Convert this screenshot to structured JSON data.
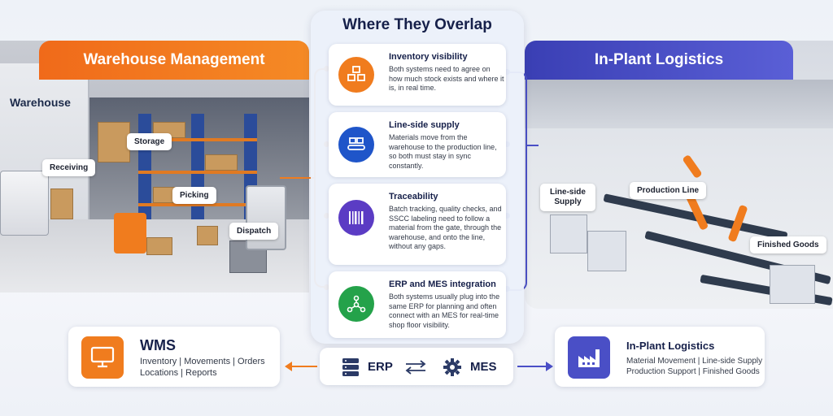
{
  "left_section": {
    "header": "Warehouse Management",
    "building_label": "Warehouse",
    "tags": {
      "receiving": "Receiving",
      "storage": "Storage",
      "picking": "Picking",
      "dispatch": "Dispatch"
    },
    "accent_color": "#f07c1e"
  },
  "center_section": {
    "title": "Where They Overlap",
    "cards": [
      {
        "title": "Inventory visibility",
        "body": "Both systems need to agree on how much stock exists and where it is, in real time.",
        "icon": "boxes-icon",
        "color": "#f07c1e"
      },
      {
        "title": "Line-side supply",
        "body": "Materials move from the warehouse to the production line, so both must stay in sync constantly.",
        "icon": "conveyor-icon",
        "color": "#1f55c9"
      },
      {
        "title": "Traceability",
        "body": "Batch tracking, quality checks, and SSCC labeling need to follow a material from the gate, through the warehouse, and onto the line, without any gaps.",
        "icon": "barcode-icon",
        "color": "#5b3cc4"
      },
      {
        "title": "ERP and MES integration",
        "body": "Both systems usually plug into the same ERP for planning and often connect with an MES for real-time shop floor visibility.",
        "icon": "network-icon",
        "color": "#24a24a"
      }
    ]
  },
  "right_section": {
    "header": "In-Plant Logistics",
    "tags": {
      "line_side_supply": "Line-side Supply",
      "production_line": "Production Line",
      "finished_goods": "Finished Goods"
    },
    "accent_color": "#4a4fc6"
  },
  "bottom": {
    "wms": {
      "title": "WMS",
      "line1": "Inventory | Movements | Orders",
      "line2": "Locations | Reports",
      "icon": "monitor-icon"
    },
    "integration": {
      "erp": "ERP",
      "mes": "MES",
      "erp_icon": "server-icon",
      "mes_icon": "gear-icon",
      "link_icon": "bidirectional-arrows-icon"
    },
    "in_plant": {
      "title": "In-Plant Logistics",
      "line1": "Material Movement | Line-side Supply",
      "line2": "Production Support | Finished Goods",
      "icon": "factory-icon"
    }
  }
}
